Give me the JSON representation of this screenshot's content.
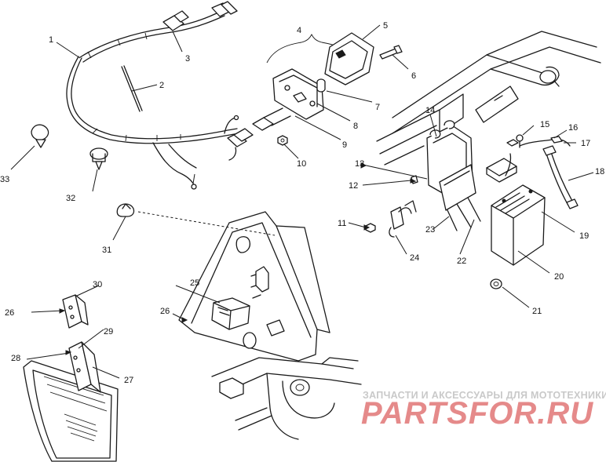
{
  "callouts": [
    {
      "id": "c1",
      "label": "1"
    },
    {
      "id": "c2",
      "label": "2"
    },
    {
      "id": "c3",
      "label": "3"
    },
    {
      "id": "c4",
      "label": "4"
    },
    {
      "id": "c5",
      "label": "5"
    },
    {
      "id": "c6",
      "label": "6"
    },
    {
      "id": "c7",
      "label": "7"
    },
    {
      "id": "c8",
      "label": "8"
    },
    {
      "id": "c9",
      "label": "9"
    },
    {
      "id": "c10",
      "label": "10"
    },
    {
      "id": "c11",
      "label": "11"
    },
    {
      "id": "c12",
      "label": "12"
    },
    {
      "id": "c13",
      "label": "13"
    },
    {
      "id": "c14",
      "label": "14"
    },
    {
      "id": "c15",
      "label": "15"
    },
    {
      "id": "c16",
      "label": "16"
    },
    {
      "id": "c17",
      "label": "17"
    },
    {
      "id": "c18",
      "label": "18"
    },
    {
      "id": "c19",
      "label": "19"
    },
    {
      "id": "c20",
      "label": "20"
    },
    {
      "id": "c21",
      "label": "21"
    },
    {
      "id": "c22",
      "label": "22"
    },
    {
      "id": "c23",
      "label": "23"
    },
    {
      "id": "c24",
      "label": "24"
    },
    {
      "id": "c25",
      "label": "25"
    },
    {
      "id": "c26a",
      "label": "26"
    },
    {
      "id": "c26b",
      "label": "26"
    },
    {
      "id": "c27",
      "label": "27"
    },
    {
      "id": "c28",
      "label": "28"
    },
    {
      "id": "c29",
      "label": "29"
    },
    {
      "id": "c30",
      "label": "30"
    },
    {
      "id": "c31",
      "label": "31"
    },
    {
      "id": "c32",
      "label": "32"
    },
    {
      "id": "c33",
      "label": "33"
    }
  ],
  "watermark": {
    "caption": "ЗАПЧАСТИ И АКСЕССУАРЫ ДЛЯ МОТОТЕХНИКИ",
    "logo": "PARTSFOR.RU",
    "logo_color": "#e58a8a",
    "caption_color": "#c9c9c9"
  }
}
